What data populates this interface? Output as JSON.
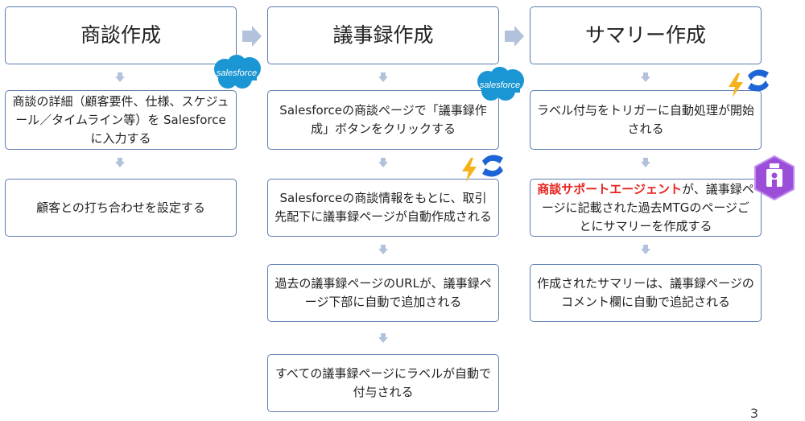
{
  "columns": [
    {
      "header": "商談作成",
      "steps": [
        "商談の詳細（顧客要件、仕様、スケジュール／タイムライン等）を Salesforceに入力する",
        "顧客との打ち合わせを設定する"
      ]
    },
    {
      "header": "議事録作成",
      "steps": [
        "Salesforceの商談ページで「議事録作成」ボタンをクリックする",
        "Salesforceの商談情報をもとに、取引先配下に議事録ページが自動作成される",
        "過去の議事録ページのURLが、議事録ページ下部に自動で追加される",
        "すべての議事録ページにラベルが自動で付与される"
      ]
    },
    {
      "header": "サマリー作成",
      "steps": [
        "ラベル付与をトリガーに自動処理が開始される",
        {
          "highlight": "商談サポートエージェント",
          "rest": "が、議事録ページに記載された過去MTGのページごとにサマリーを作成する"
        },
        "作成されたサマリーは、議事録ページのコメント欄に自動で追記される"
      ]
    }
  ],
  "logos": {
    "salesforce": "salesforce"
  },
  "icons": [
    "salesforce-logo",
    "lightning-icon",
    "confluence-icon",
    "agent-badge-icon"
  ],
  "colors": {
    "border": "#5b7cb0",
    "arrow": "#b3c2dc",
    "highlight": "#e8231f",
    "salesforce": "#1b96d4",
    "confluence": "#1d65d6",
    "lightning": "#f5b21a",
    "agent": "#9b4fd8"
  },
  "page_number": "3"
}
